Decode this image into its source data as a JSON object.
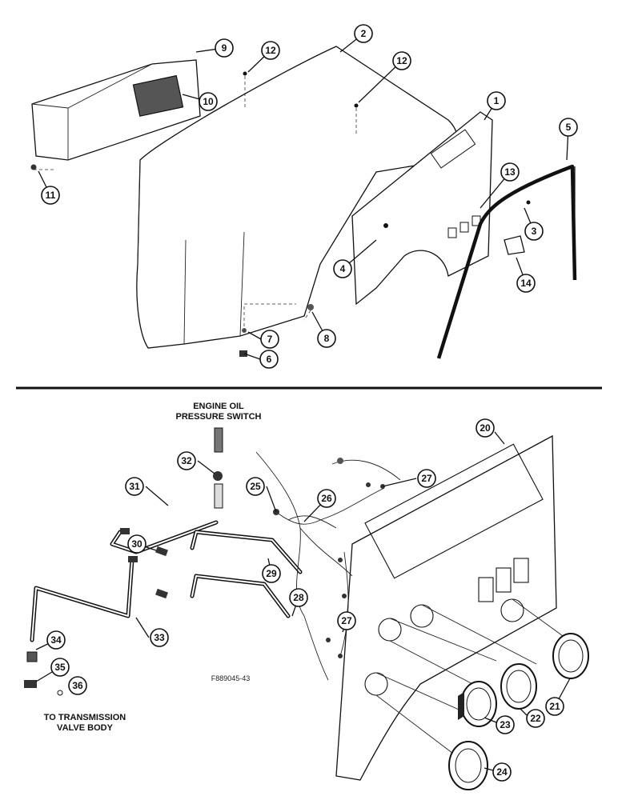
{
  "callouts": [
    "1",
    "2",
    "3",
    "4",
    "5",
    "6",
    "7",
    "8",
    "9",
    "10",
    "11",
    "12",
    "12",
    "13",
    "14",
    "20",
    "21",
    "22",
    "23",
    "24",
    "25",
    "26",
    "27",
    "27",
    "28",
    "29",
    "30",
    "31",
    "32",
    "33",
    "34",
    "35",
    "36"
  ],
  "labels": {
    "engine_oil_line1": "ENGINE OIL",
    "engine_oil_line2": "PRESSURE SWITCH",
    "transmission_line1": "TO TRANSMISSION",
    "transmission_line2": "VALVE BODY",
    "figure_code": "F889045-43"
  }
}
